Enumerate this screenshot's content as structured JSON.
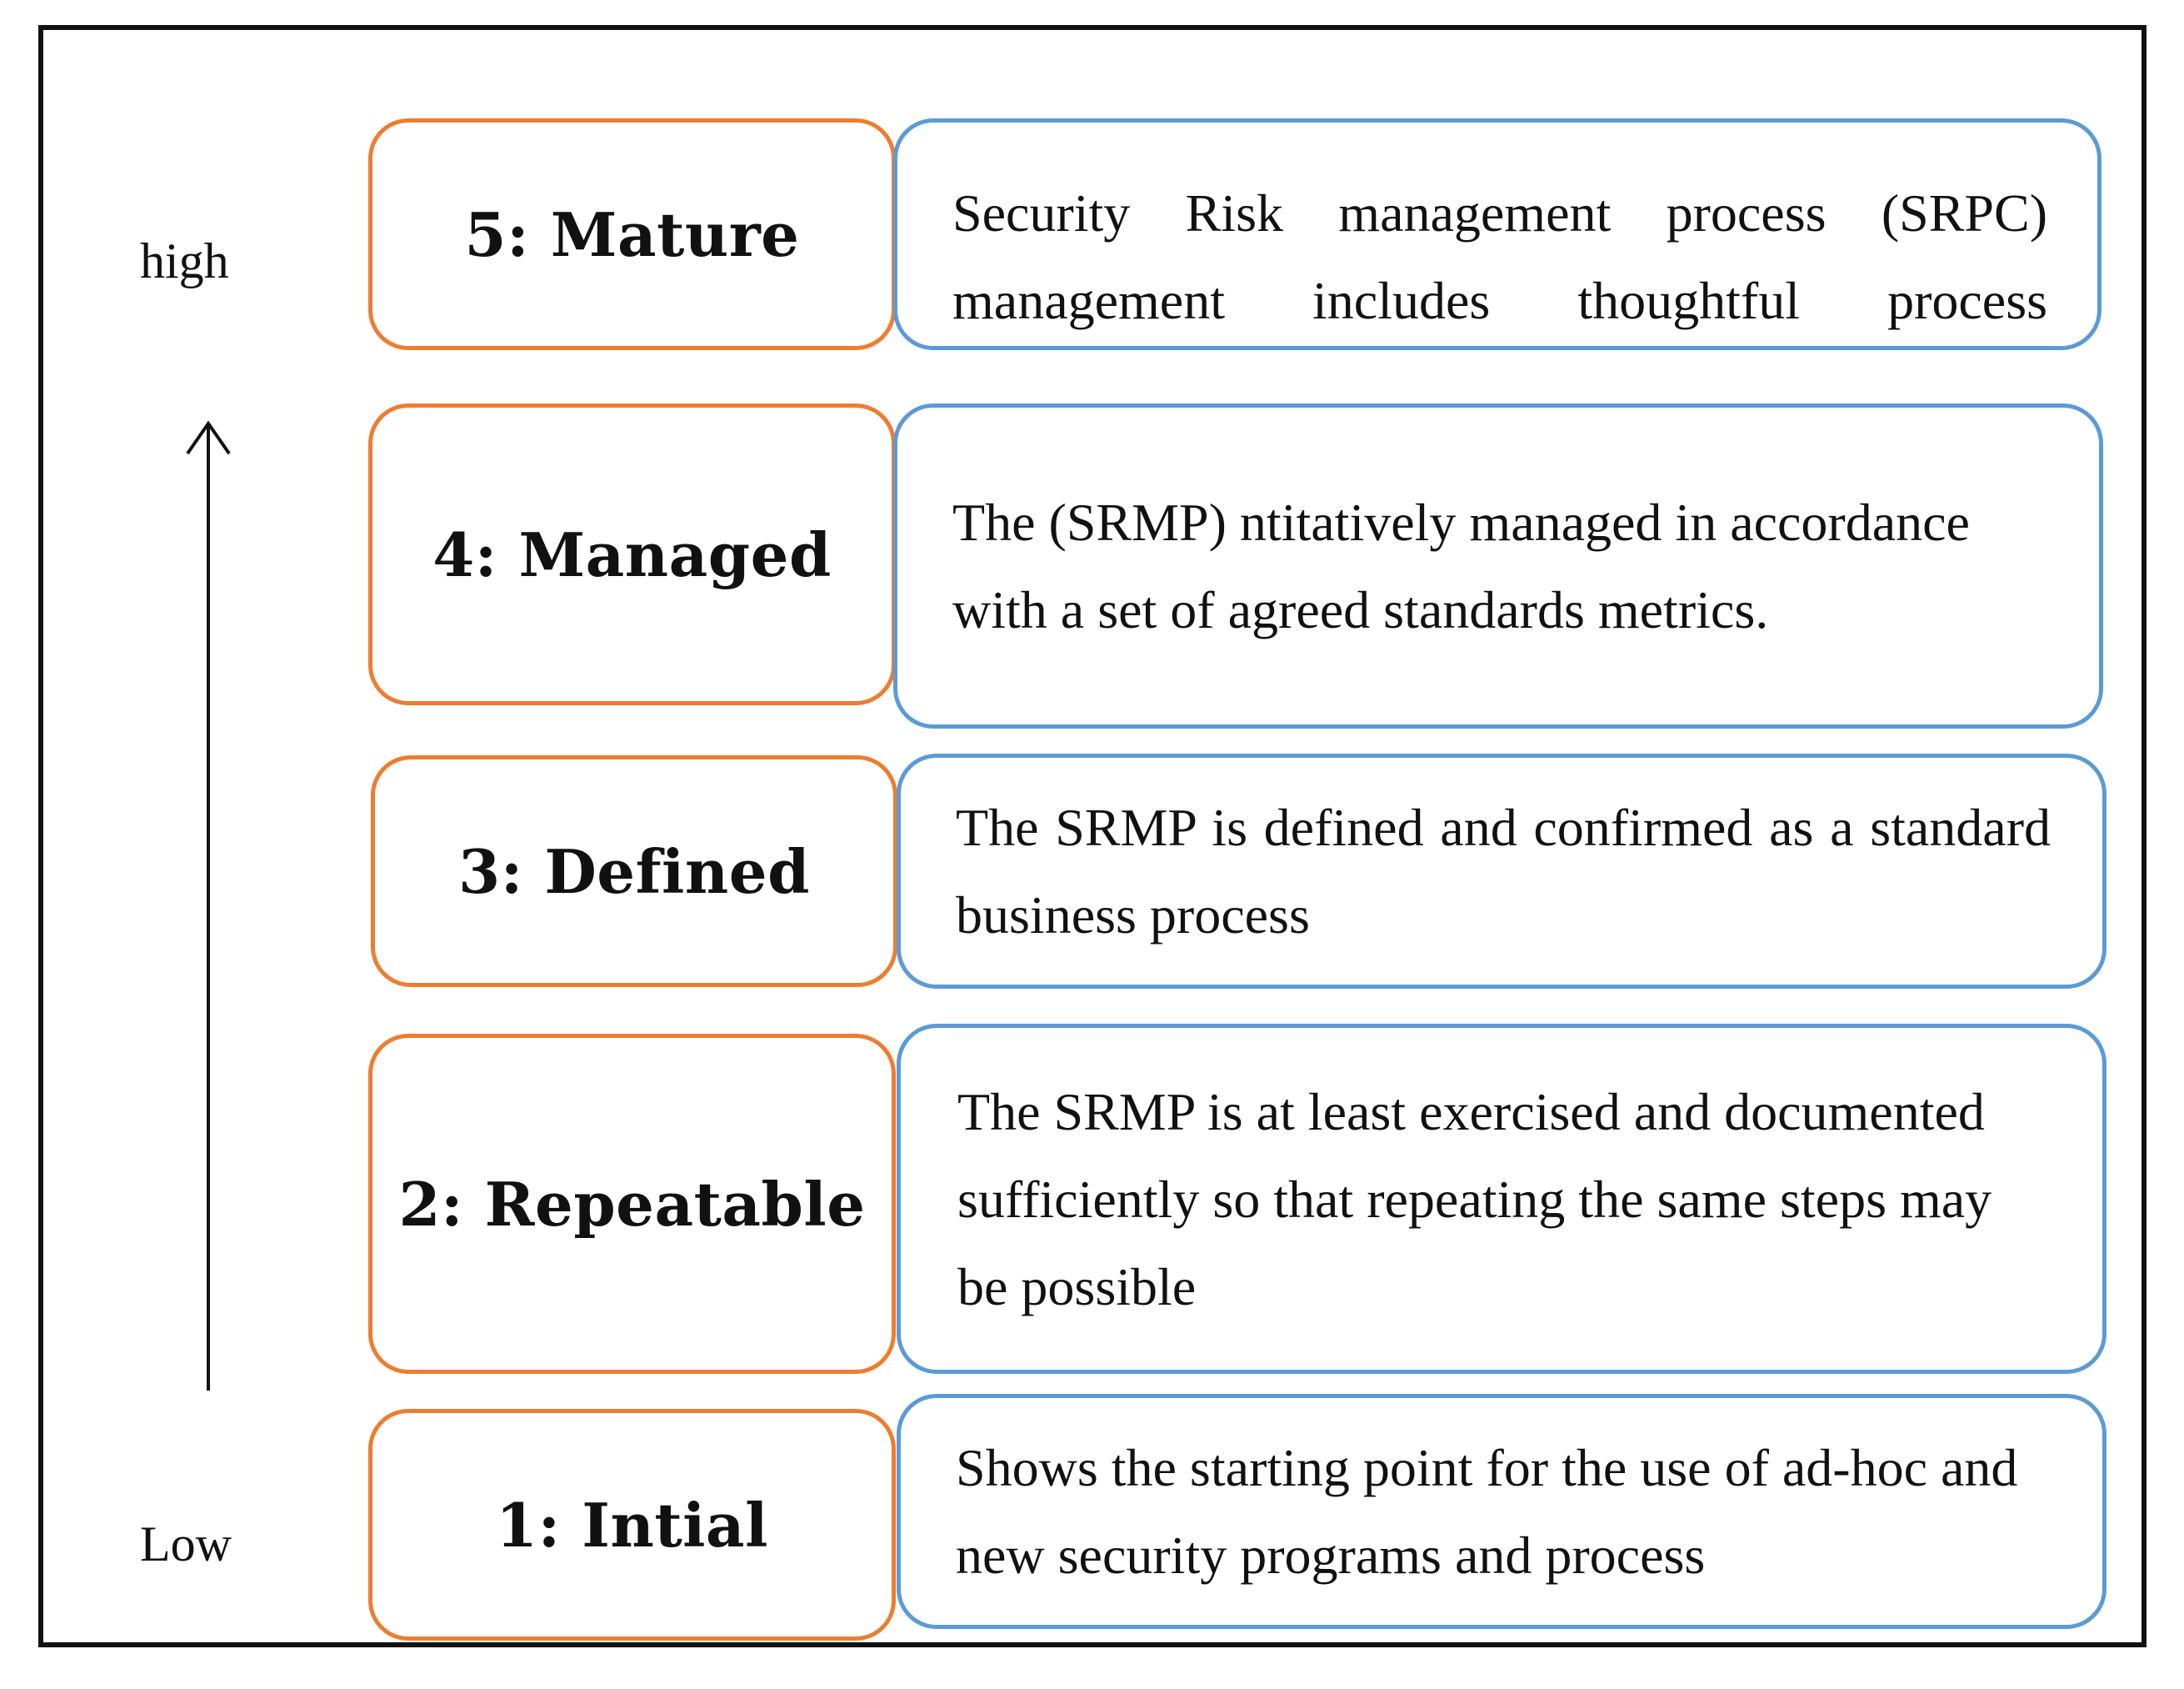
{
  "axis": {
    "high_label": "high",
    "low_label": "Low"
  },
  "levels": [
    {
      "label": "5: Mature",
      "description": "Security Risk management process (SRPC) management includes thoughtful process"
    },
    {
      "label": "4: Managed",
      "description": "The (SRMP) ntitatively managed in accordance with a set of agreed standards metrics."
    },
    {
      "label": "3: Defined",
      "description": "The SRMP is defined and confirmed as a standard business process"
    },
    {
      "label": "2: Repeatable",
      "description": "The SRMP is at least exercised and documented sufficiently so that repeating the same steps may be possible"
    },
    {
      "label": "1: Intial",
      "description": "Shows the starting point for the use of ad-hoc and new security programs and process"
    }
  ],
  "colors": {
    "level_border": "#ed7d31",
    "description_border": "#5b9bd5",
    "frame": "#111111"
  }
}
